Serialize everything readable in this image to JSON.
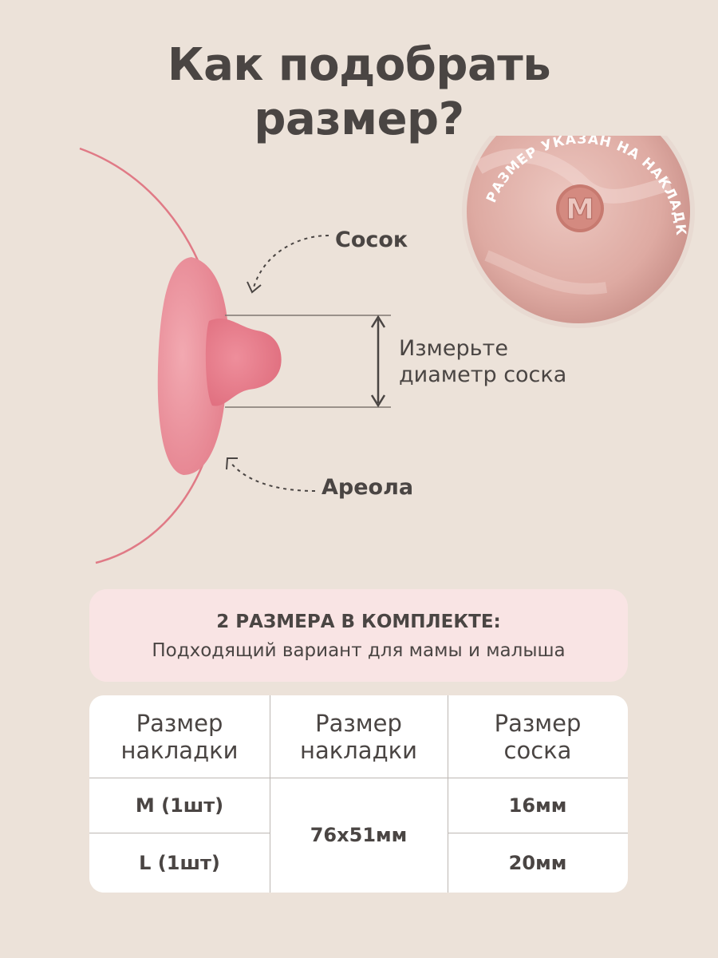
{
  "title": {
    "line1": "Как подобрать",
    "line2": "размер?"
  },
  "diagram": {
    "nipple_label": "Сосок",
    "areola_label": "Ареола",
    "measure_line1": "Измерьте",
    "measure_line2": "диаметр соска",
    "badge_text": "РАЗМЕР УКАЗАН НА НАКЛАДКЕ",
    "badge_letter": "M",
    "colors": {
      "pink_shield": "#e98a96",
      "pink_light": "#f0a5ad",
      "line": "#7f7670"
    }
  },
  "kit_box": {
    "heading": "2 РАЗМЕРА В КОМПЛЕКТЕ:",
    "subheading": "Подходящий вариант для мамы и малыша"
  },
  "table": {
    "headers": [
      {
        "line1": "Размер",
        "line2": "накладки"
      },
      {
        "line1": "Размер",
        "line2": "накладки"
      },
      {
        "line1": "Размер",
        "line2": "соска"
      }
    ],
    "rows": [
      {
        "size": "M (1шт)",
        "nipple": "16мм"
      },
      {
        "size": "L (1шт)",
        "nipple": "20мм"
      }
    ],
    "shield_dimensions": "76х51мм"
  }
}
